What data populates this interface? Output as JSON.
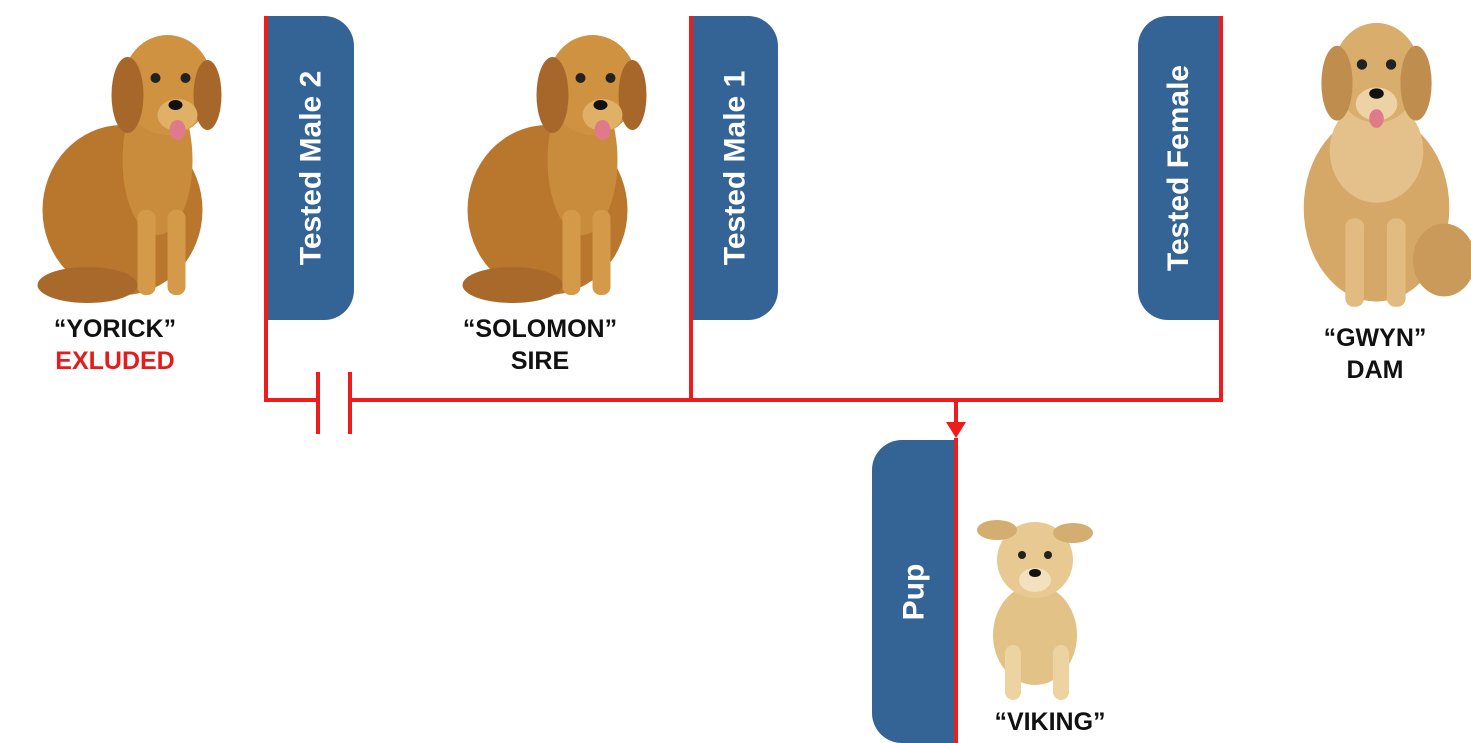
{
  "colors": {
    "tab_fill": "#346496",
    "line": "#ee1c1c",
    "excluded_text": "#e51c1c",
    "dog_fur": "#c98c3c"
  },
  "tabs": {
    "tested_male_2": "Tested Male 2",
    "tested_male_1": "Tested Male 1",
    "tested_female": "Tested Female",
    "pup": "Pup"
  },
  "dogs": {
    "yorick": {
      "name": "“YORICK”",
      "role": "EXLUDED"
    },
    "solomon": {
      "name": "“SOLOMON”",
      "role": "SIRE"
    },
    "gwyn": {
      "name": "“GWYN”",
      "role": "DAM"
    },
    "viking": {
      "name": "“VIKING”"
    }
  },
  "icons": {
    "adult_dog": "golden-retriever-sitting-icon",
    "puppy": "golden-retriever-puppy-icon"
  }
}
